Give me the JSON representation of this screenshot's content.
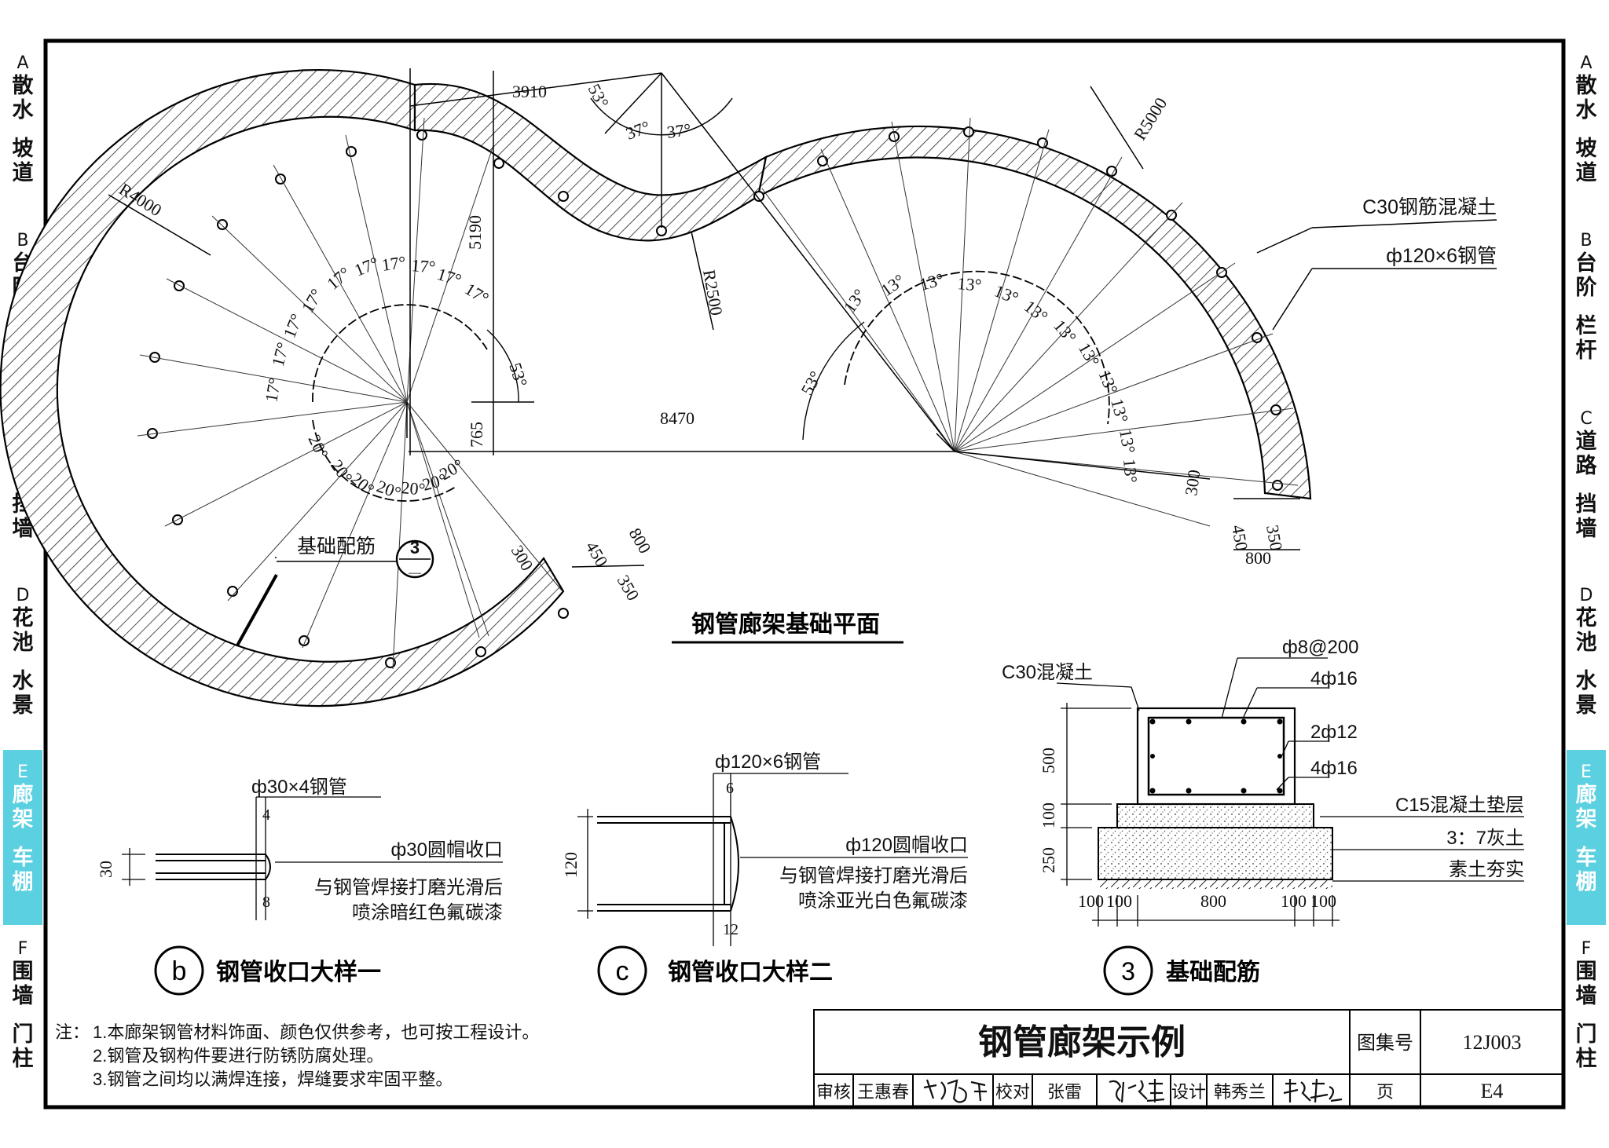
{
  "side_tabs": [
    {
      "code": "A",
      "line1": [
        "散",
        "水"
      ],
      "line2": [
        "坡",
        "道"
      ],
      "active": false
    },
    {
      "code": "B",
      "line1": [
        "台",
        "阶"
      ],
      "line2": [
        "栏",
        "杆"
      ],
      "active": false
    },
    {
      "code": "C",
      "line1": [
        "道",
        "路"
      ],
      "line2": [
        "挡",
        "墙"
      ],
      "active": false
    },
    {
      "code": "D",
      "line1": [
        "花",
        "池"
      ],
      "line2": [
        "水",
        "景"
      ],
      "active": false
    },
    {
      "code": "E",
      "line1": [
        "廊",
        "架"
      ],
      "line2": [
        "车",
        "棚"
      ],
      "active": true
    },
    {
      "code": "F",
      "line1": [
        "围",
        "墙"
      ],
      "line2": [
        "门",
        "柱"
      ],
      "active": false
    }
  ],
  "plan": {
    "title": "钢管廊架基础平面",
    "radius_left": "R4000",
    "radius_right": "R5000",
    "radius_mid": "R2500",
    "dim_3910": "3910",
    "dim_5190": "5190",
    "dim_765": "765",
    "dim_8470": "8470",
    "dim_300": "300",
    "dim_450": "450",
    "dim_350": "350",
    "dim_800": "800",
    "angle_53": "53°",
    "angle_37": "37°",
    "angle_17": "17°",
    "angle_20": "20°",
    "angle_13": "13°",
    "label_concrete": "C30钢筋混凝土",
    "label_pipe": "ф120×6钢管",
    "label_rebar": "基础配筋",
    "callout_num": "3",
    "callout_sub": "—"
  },
  "detail_b": {
    "pipe": "ф30×4钢管",
    "d4": "4",
    "d8": "8",
    "d30": "30",
    "cap": "ф30圆帽收口",
    "note1": "与钢管焊接打磨光滑后",
    "note2": "喷涂暗红色氟碳漆",
    "mark": "b",
    "title": "钢管收口大样一"
  },
  "detail_c": {
    "pipe": "ф120×6钢管",
    "d6": "6",
    "d12": "12",
    "d120": "120",
    "cap": "ф120圆帽收口",
    "note1": "与钢管焊接打磨光滑后",
    "note2": "喷涂亚光白色氟碳漆",
    "mark": "c",
    "title": "钢管收口大样二"
  },
  "detail_3": {
    "concrete": "C30混凝土",
    "stirrup": "ф8@200",
    "top_bar": "4ф16",
    "side_bar": "2ф12",
    "bot_bar": "4ф16",
    "pad": "C15混凝土垫层",
    "lime": "3：7灰土",
    "soil": "素土夯实",
    "h500": "500",
    "h100": "100",
    "h250": "250",
    "w100": "100",
    "w800": "800",
    "mark": "3",
    "title": "基础配筋"
  },
  "notes": {
    "label": "注：",
    "items": [
      "1.本廊架钢管材料饰面、颜色仅供参考，也可按工程设计。",
      "2.钢管及钢构件要进行防锈防腐处理。",
      "3.钢管之间均以满焊连接，焊缝要求牢固平整。"
    ]
  },
  "titleblock": {
    "title": "钢管廊架示例",
    "atlas_label": "图集号",
    "atlas_no": "12J003",
    "review_label": "审核",
    "reviewer": "王惠春",
    "check_label": "校对",
    "checker": "张雷",
    "design_label": "设计",
    "designer": "韩秀兰",
    "page_label": "页",
    "page_no": "E4"
  }
}
